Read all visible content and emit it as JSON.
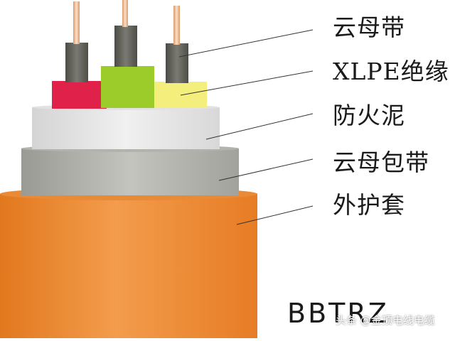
{
  "diagram": {
    "layers": [
      {
        "label": "云母带",
        "color": "#5a5a52"
      },
      {
        "label": "XLPE绝缘",
        "color": "#f2ec7a"
      },
      {
        "label": "防火泥",
        "color": "#dcdcdc"
      },
      {
        "label": "云母包带",
        "color": "#a9a9a3"
      },
      {
        "label": "外护套",
        "color": "#ee8630"
      }
    ],
    "model": "BBTRZ",
    "watermark": "头条 @金顶电线电缆",
    "conductor_color": "#e8b48c",
    "core_colors": [
      "#e0224a",
      "#9ccc2a",
      "#f4ee7c"
    ]
  }
}
